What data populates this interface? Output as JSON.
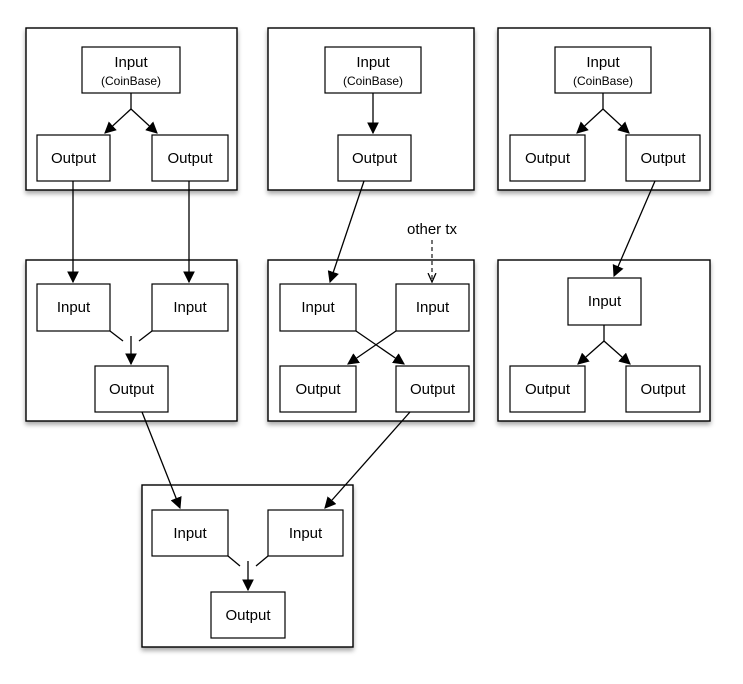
{
  "nodes": {
    "t1_in": {
      "label": "Input",
      "sub": "(CoinBase)"
    },
    "t1_out1": {
      "label": "Output"
    },
    "t1_out2": {
      "label": "Output"
    },
    "t2_in": {
      "label": "Input",
      "sub": "(CoinBase)"
    },
    "t2_out": {
      "label": "Output"
    },
    "t3_in": {
      "label": "Input",
      "sub": "(CoinBase)"
    },
    "t3_out1": {
      "label": "Output"
    },
    "t3_out2": {
      "label": "Output"
    },
    "t4_in1": {
      "label": "Input"
    },
    "t4_in2": {
      "label": "Input"
    },
    "t4_out": {
      "label": "Output"
    },
    "t5_in1": {
      "label": "Input"
    },
    "t5_in2": {
      "label": "Input"
    },
    "t5_out1": {
      "label": "Output"
    },
    "t5_out2": {
      "label": "Output"
    },
    "t6_in": {
      "label": "Input"
    },
    "t6_out1": {
      "label": "Output"
    },
    "t6_out2": {
      "label": "Output"
    },
    "t7_in1": {
      "label": "Input"
    },
    "t7_in2": {
      "label": "Input"
    },
    "t7_out": {
      "label": "Output"
    }
  },
  "annotations": {
    "other_tx": "other tx"
  }
}
